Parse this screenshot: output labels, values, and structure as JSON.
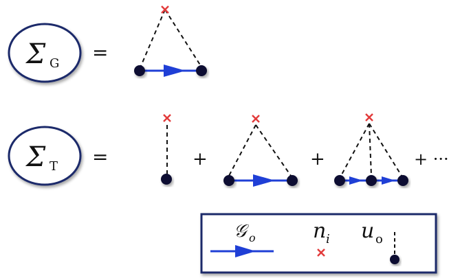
{
  "row_g": {
    "symbol": "Σ",
    "subscript": "G",
    "equals": "="
  },
  "row_t": {
    "symbol": "Σ",
    "subscript": "T",
    "equals": "=",
    "plus": "+",
    "ellipsis": "+ ···"
  },
  "legend": {
    "propagator_label": "𝒢",
    "propagator_sub": "o",
    "impurity_label": "n",
    "impurity_sub": "i",
    "potential_label": "u",
    "potential_sub": "o"
  },
  "colors": {
    "impurity_cross": "#e23b3b",
    "propagator": "#1f3fd6",
    "vertex": "#0d1030",
    "frame": "#1b2a6b"
  },
  "icons": [
    "impurity-cross-icon",
    "vertex-dot-icon",
    "propagator-arrow-icon"
  ]
}
